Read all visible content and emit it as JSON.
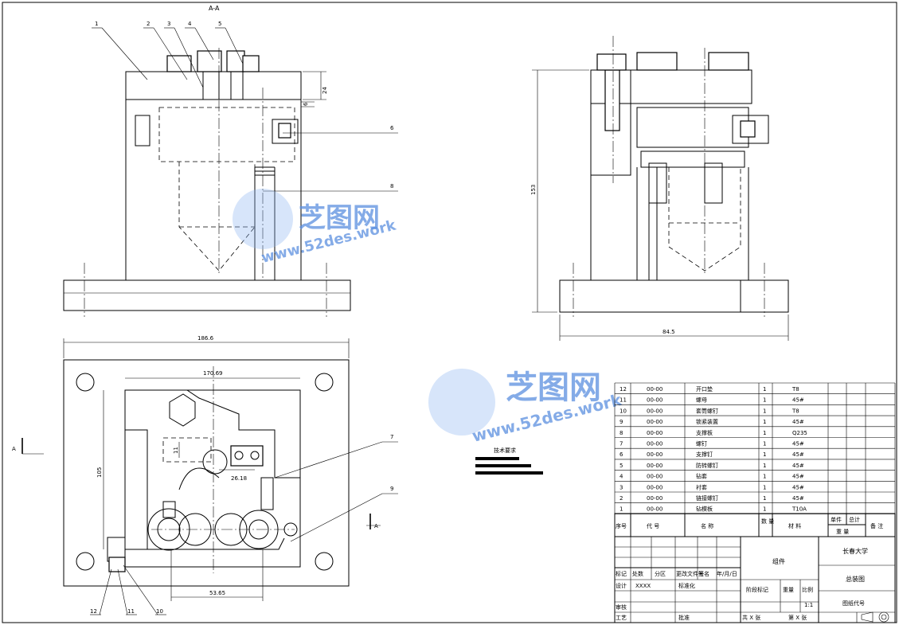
{
  "section_label": "A-A",
  "balloons_top": [
    "1",
    "2",
    "3",
    "4",
    "5",
    "6",
    "8"
  ],
  "balloons_plan": [
    "7",
    "9",
    "12",
    "11",
    "10"
  ],
  "dims": {
    "d24": "24",
    "d6": "6",
    "d153": "153",
    "d84_5": "84.5",
    "d186_6": "186.6",
    "d170_69": "170.69",
    "d105": "105",
    "d11": "11",
    "d26_18": "26.18",
    "d53_65": "53.65"
  },
  "view_marker": "A",
  "tech_req": "技术要求",
  "watermark": {
    "brand": "芝图网",
    "url": "www.52des.work"
  },
  "bom_rows": [
    [
      "12",
      "00-00",
      "开口垫",
      "1",
      "T8"
    ],
    [
      "11",
      "00-00",
      "螺母",
      "1",
      "45#"
    ],
    [
      "10",
      "00-00",
      "套筒螺钉",
      "1",
      "T8"
    ],
    [
      "9",
      "00-00",
      "锁紧装置",
      "1",
      "45#"
    ],
    [
      "8",
      "00-00",
      "支撑板",
      "1",
      "Q235"
    ],
    [
      "7",
      "00-00",
      "螺钉",
      "1",
      "45#"
    ],
    [
      "6",
      "00-00",
      "支撑钉",
      "1",
      "45#"
    ],
    [
      "5",
      "00-00",
      "防转螺钉",
      "1",
      "45#"
    ],
    [
      "4",
      "00-00",
      "钻套",
      "1",
      "45#"
    ],
    [
      "3",
      "00-00",
      "衬套",
      "1",
      "45#"
    ],
    [
      "2",
      "00-00",
      "链接螺钉",
      "1",
      "45#"
    ],
    [
      "1",
      "00-00",
      "钻模板",
      "1",
      "T10A"
    ]
  ],
  "bom_header": {
    "no": "序号",
    "code": "代 号",
    "name": "名 称",
    "qty": "数\n量",
    "material": "材 料",
    "single": "单件",
    "total": "总计",
    "weight": "重 量",
    "remark": "备 注"
  },
  "title_block": {
    "marks": "标记",
    "zones": "处数",
    "zone_val": "分区",
    "change_doc": "更改文件号",
    "sign": "签名",
    "date": "年/月/日",
    "design": "设计",
    "design_val": "XXXX",
    "standard": "标准化",
    "review": "审核",
    "process": "工艺",
    "approve": "批准",
    "stage": "阶段标记",
    "weight": "重量",
    "scale": "比例",
    "scale_val": "1:1",
    "group": "组件",
    "school": "长春大学",
    "drawing_name": "总装图",
    "drawing_code": "图纸代号",
    "sheets": "共 X 张",
    "sheet": "第 X 张"
  }
}
